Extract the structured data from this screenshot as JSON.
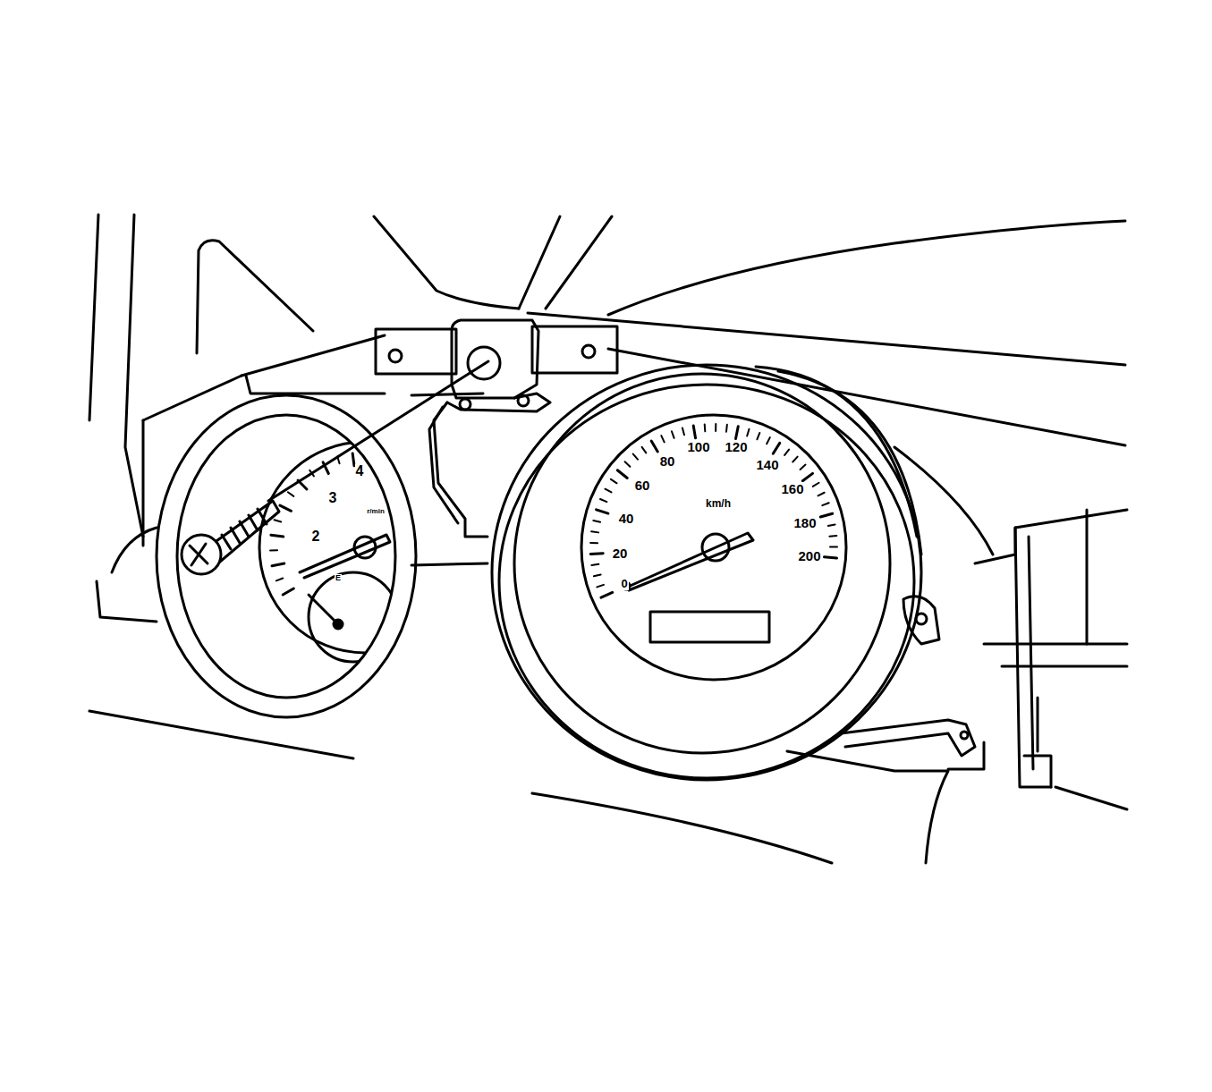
{
  "diagram": {
    "labels": [
      "4",
      "3",
      "2",
      "r/min",
      "E",
      "0",
      "20",
      "40",
      "60",
      "80",
      "100",
      "120",
      "140",
      "160",
      "180",
      "200",
      "km/h"
    ]
  }
}
